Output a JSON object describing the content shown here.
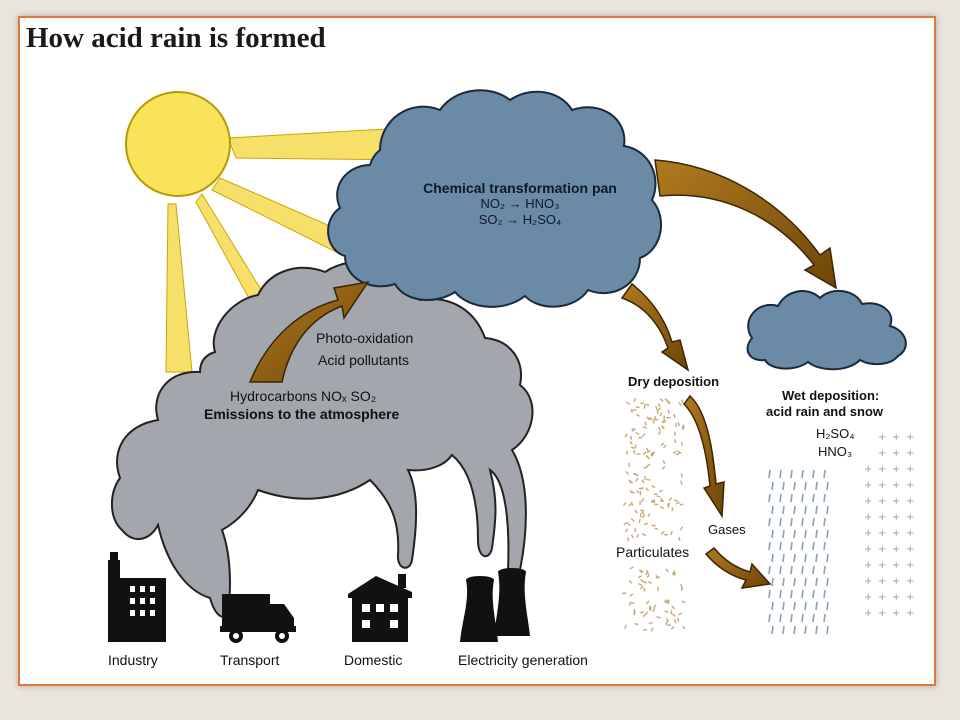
{
  "title": "How acid rain is formed",
  "cloud_main": {
    "heading": "Chemical transformation pan",
    "reaction1": "NO₂ → HNO₃",
    "reaction2": "SO₂ → H₂SO₄"
  },
  "smoke": {
    "line1": "Photo-oxidation",
    "line2": "Acid pollutants",
    "line3": "Hydrocarbons NOₓ SO₂",
    "line4": "Emissions to the atmosphere"
  },
  "dry": {
    "heading": "Dry deposition",
    "particulates": "Particulates",
    "gases": "Gases"
  },
  "wet": {
    "heading1": "Wet deposition:",
    "heading2": "acid rain and snow",
    "chem1": "H₂SO₄",
    "chem2": "HNO₃"
  },
  "sources": {
    "industry": "Industry",
    "transport": "Transport",
    "domestic": "Domestic",
    "electricity": "Electricity generation"
  },
  "colors": {
    "sun": "#f9e35a",
    "ray": "#f7e06a",
    "cloud_blue": "#6a8aa6",
    "smoke_gray": "#a3a6ad",
    "arrow_brown": "#8a5a0e",
    "frame": "#e07a3a"
  }
}
